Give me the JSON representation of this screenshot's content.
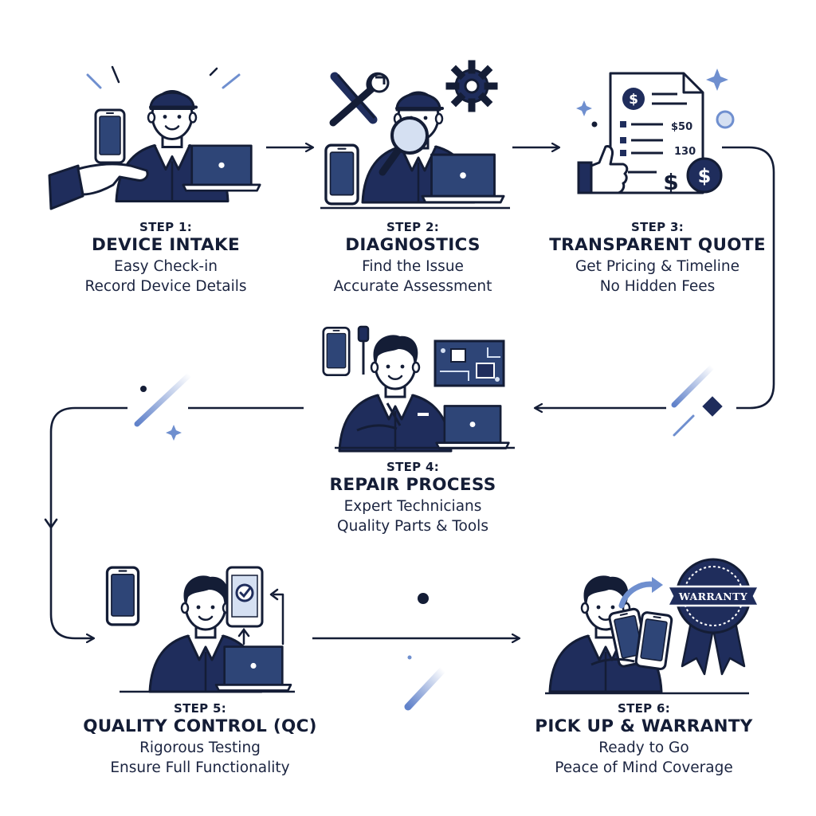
{
  "colors": {
    "navy": "#1f2d5c",
    "ink": "#141d36",
    "screen": "#2e4577",
    "skin": "#ffffff",
    "accent": "#6f8fcf",
    "light_accent": "#d5e0f2"
  },
  "steps": [
    {
      "number": "STEP 1:",
      "title": "DEVICE INTAKE",
      "lines": [
        "Easy Check-in",
        "Record Device Details"
      ],
      "icons": [
        "technician-icon",
        "smartphone-icon",
        "laptop-icon",
        "handing-hand-icon"
      ]
    },
    {
      "number": "STEP 2:",
      "title": "DIAGNOSTICS",
      "lines": [
        "Find the Issue",
        "Accurate Assessment"
      ],
      "icons": [
        "wrench-screwdriver-icon",
        "gear-icon",
        "magnifier-icon",
        "smartphone-icon",
        "laptop-icon"
      ]
    },
    {
      "number": "STEP 3:",
      "title": "TRANSPARENT QUOTE",
      "lines": [
        "Get Pricing & Timeline",
        "No Hidden Fees"
      ],
      "icons": [
        "invoice-icon",
        "thumbs-up-icon",
        "dollar-coin-icon"
      ]
    },
    {
      "number": "STEP 4:",
      "title": "REPAIR PROCESS",
      "lines": [
        "Expert Technicians",
        "Quality Parts & Tools"
      ],
      "icons": [
        "technician-icon",
        "circuit-board-icon",
        "smartphone-icon",
        "screwdriver-icon",
        "laptop-icon"
      ]
    },
    {
      "number": "STEP 5:",
      "title": "QUALITY CONTROL (QC)",
      "lines": [
        "Rigorous Testing",
        "Ensure Full Functionality"
      ],
      "icons": [
        "technician-icon",
        "smartphone-icon",
        "checkmark-phone-icon",
        "laptop-icon"
      ]
    },
    {
      "number": "STEP 6:",
      "title": "PICK UP & WARRANTY",
      "lines": [
        "Ready to Go",
        "Peace of Mind Coverage"
      ],
      "icons": [
        "customer-icon",
        "smartphones-icon",
        "warranty-badge-icon"
      ]
    }
  ],
  "quote_document": {
    "dollar_symbol": "$",
    "prices": [
      "$50",
      "130"
    ]
  },
  "warranty_badge": {
    "label": "WARRANTY"
  }
}
